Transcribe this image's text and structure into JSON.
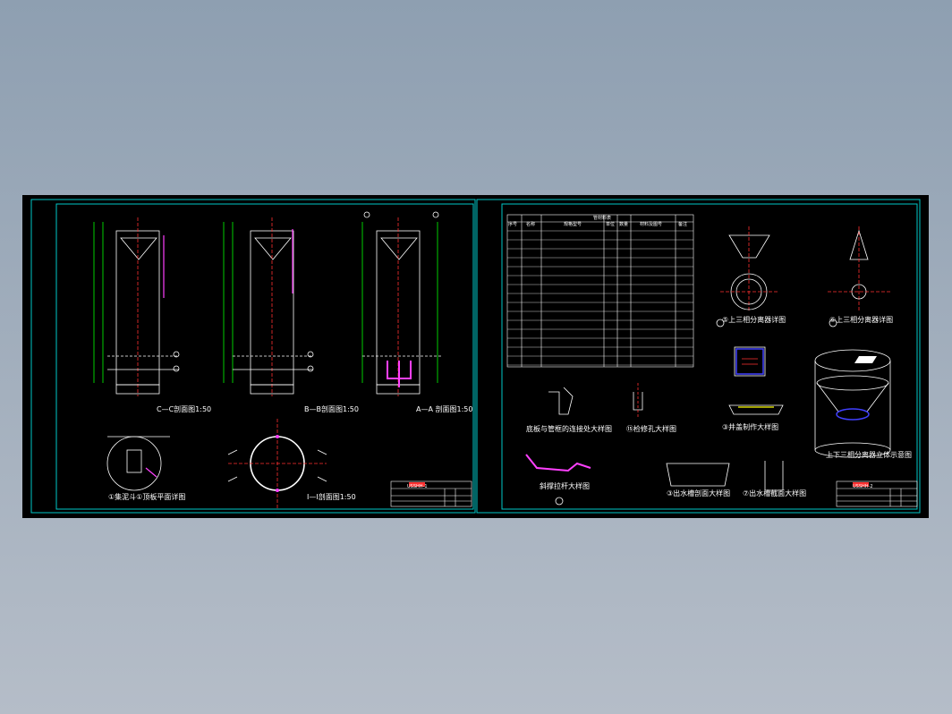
{
  "drawing": {
    "sheet_left": {
      "section_views": [
        "C—C剖面图1:50",
        "B—B剖面图1:50",
        "A—A 剖面图1:50"
      ],
      "plan_views": [
        "①集泥斗①顶板平面详图",
        "I—I剖面图1:50"
      ],
      "title_block_code": "USSHH-1"
    },
    "sheet_right": {
      "table_title": "管材料表",
      "table_headers": [
        "序号",
        "名称",
        "规格型号",
        "单位",
        "数量",
        "材料及图号",
        "备注"
      ],
      "details": [
        "底板与管框的连接处大样图",
        "⑮检修孔大样图",
        "⑤上三相分离器详图",
        "⑥上三相分离器详图",
        "③井盖制作大样图",
        "上下三相分离器立体示意图",
        "斜撑拉杆大样图",
        "③出水槽剖面大样图",
        "⑦出水槽截面大样图"
      ],
      "title_block_code": "USSHH-2"
    }
  },
  "colors": {
    "frame": "#00c8c8",
    "line": "#ffffff",
    "dim": "#00ff00",
    "center": "#ff3030",
    "magenta": "#ff40ff",
    "blue": "#4040ff",
    "yellow": "#ffff00"
  }
}
